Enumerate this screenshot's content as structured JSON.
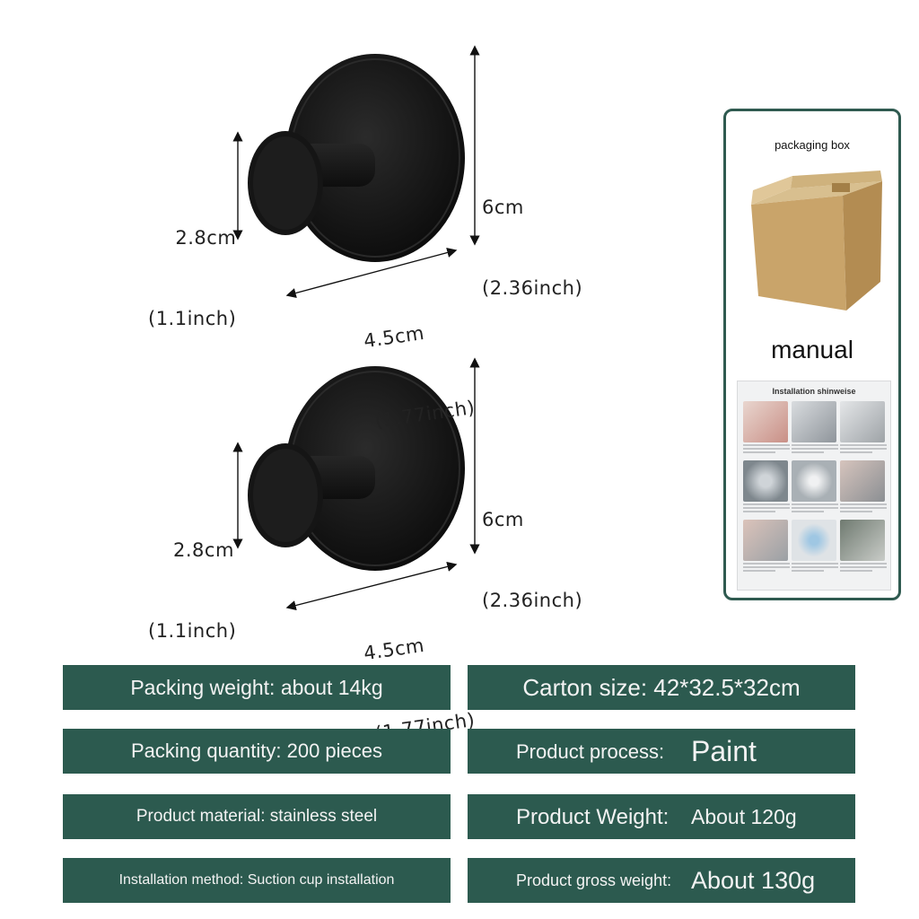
{
  "top_hook": {
    "small_dim_cm": "2.8cm",
    "small_dim_inch": "(1.1inch)",
    "height_cm": "6cm",
    "height_inch": "(2.36inch)",
    "width_cm": "4.5cm",
    "width_inch": "(1.77inch)"
  },
  "bottom_hook": {
    "small_dim_cm": "2.8cm",
    "small_dim_inch": "(1.1inch)",
    "height_cm": "6cm",
    "height_inch": "(2.36inch)",
    "width_cm": "4.5cm",
    "width_inch": "(1.77inch)"
  },
  "accessories": {
    "box_title": "packaging box",
    "manual_title": "manual",
    "manual_heading": "Installation shinweise"
  },
  "specs": {
    "packing_weight": "Packing weight: about 14kg",
    "carton_size": "Carton size: 42*32.5*32cm",
    "packing_quantity": "Packing quantity: 200 pieces",
    "product_process_label": "Product process:",
    "product_process_value": "Paint",
    "product_material": "Product material: stainless steel",
    "product_weight_label": "Product Weight:",
    "product_weight_value": "About 120g",
    "installation_method": "Installation method: Suction cup installation",
    "gross_weight_label": "Product gross weight:",
    "gross_weight_value": "About 130g"
  },
  "colors": {
    "spec_bg": "#2c5a4f",
    "panel_border": "#2f5a50",
    "hook": "#151515"
  }
}
